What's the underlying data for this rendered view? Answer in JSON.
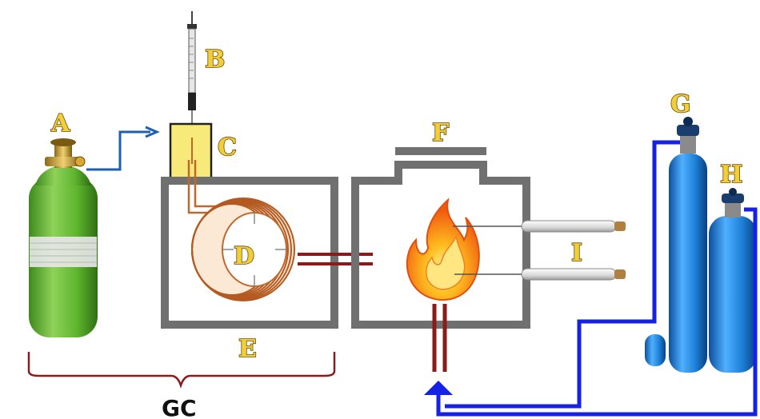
{
  "labels": {
    "a": "A",
    "b": "B",
    "c": "C",
    "d": "D",
    "e": "E",
    "f": "F",
    "g": "G",
    "h": "H",
    "i": "I",
    "gc": "GC"
  },
  "colors": {
    "carrier_cylinder": "#5fb52e",
    "gas_cylinder": "#1c7fd6",
    "blue_line": "#1522e6",
    "box_outline": "#707070",
    "injector_block": "#f7ea7a",
    "transfer_line": "#8b1a1a",
    "column_coil": "#c0682a",
    "brace": "#8b1a1a",
    "label_fill": "#f2cf3a"
  },
  "icons": [
    "gas-cylinder-icon",
    "syringe-icon",
    "column-coil-icon",
    "flame-icon",
    "electrode-icon",
    "arrow-icon"
  ]
}
